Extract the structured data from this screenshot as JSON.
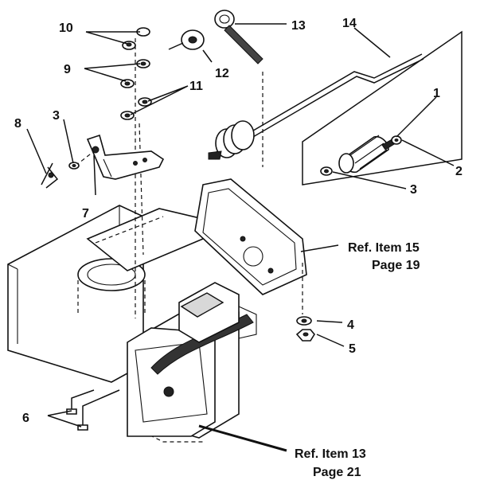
{
  "callouts": {
    "c1": "1",
    "c2": "2",
    "c3a": "3",
    "c3b": "3",
    "c4": "4",
    "c5": "5",
    "c6": "6",
    "c7": "7",
    "c8": "8",
    "c9": "9",
    "c10": "10",
    "c11": "11",
    "c12": "12",
    "c13": "13",
    "c14": "14"
  },
  "references": {
    "ref15_line1": "Ref. Item 15",
    "ref15_line2": "Page 19",
    "ref13_line1": "Ref. Item 13",
    "ref13_line2": "Page 21"
  }
}
